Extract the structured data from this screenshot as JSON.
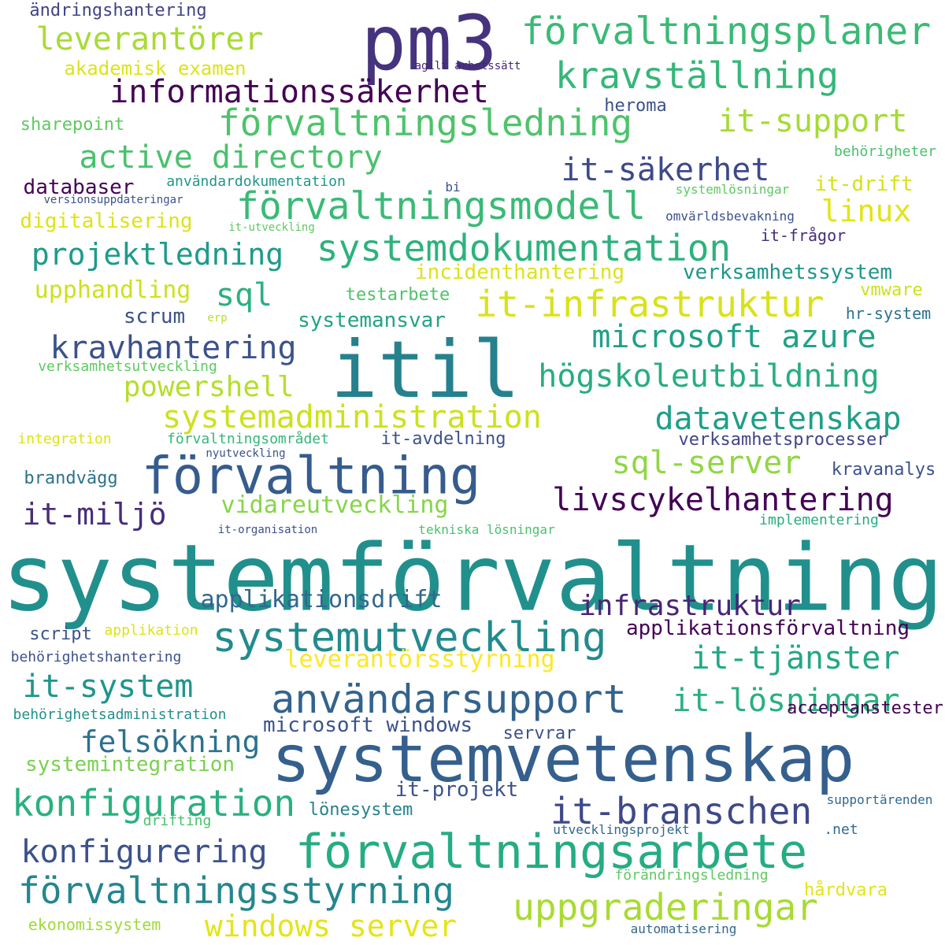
{
  "word_cloud": {
    "background": "#ffffff",
    "words": [
      {
        "text": "systemförvaltning",
        "color": "#21908d"
      },
      {
        "text": "systemvetenskap",
        "color": "#355f8d"
      },
      {
        "text": "itil",
        "color": "#26818e"
      },
      {
        "text": "pm3",
        "color": "#46337e"
      },
      {
        "text": "förvaltning",
        "color": "#365c8d"
      },
      {
        "text": "förvaltningsarbete",
        "color": "#25ac82"
      },
      {
        "text": "användarsupport",
        "color": "#33638d"
      },
      {
        "text": "systemutveckling",
        "color": "#228b8d"
      },
      {
        "text": "förvaltningsplaner",
        "color": "#3aba76"
      },
      {
        "text": "förvaltningsmodell",
        "color": "#3aba76"
      },
      {
        "text": "förvaltningsledning",
        "color": "#4ec36b"
      },
      {
        "text": "förvaltningsstyrning",
        "color": "#24868e"
      },
      {
        "text": "it-infrastruktur",
        "color": "#d9e219"
      },
      {
        "text": "kravställning",
        "color": "#35b779"
      },
      {
        "text": "systemdokumentation",
        "color": "#2db27d"
      },
      {
        "text": "konfiguration",
        "color": "#2ab07f"
      },
      {
        "text": "it-branschen",
        "color": "#3e4989"
      },
      {
        "text": "uppgraderingar",
        "color": "#a8db34"
      },
      {
        "text": "informationssäkerhet",
        "color": "#440154"
      },
      {
        "text": "active directory",
        "color": "#4ac16d"
      },
      {
        "text": "systemadministration",
        "color": "#cde11d"
      },
      {
        "text": "högskoleutbildning",
        "color": "#27ad81"
      },
      {
        "text": "microsoft azure",
        "color": "#1fa188"
      },
      {
        "text": "it-säkerhet",
        "color": "#3e4989"
      },
      {
        "text": "livscykelhantering",
        "color": "#440154"
      },
      {
        "text": "datavetenskap",
        "color": "#1f9f88"
      },
      {
        "text": "leverantörer",
        "color": "#a8db34"
      },
      {
        "text": "it-system",
        "color": "#1f968b"
      },
      {
        "text": "it-tjänster",
        "color": "#22a884"
      },
      {
        "text": "it-lösningar",
        "color": "#2ab07f"
      },
      {
        "text": "konfigurering",
        "color": "#3b528b"
      },
      {
        "text": "kravhantering",
        "color": "#3b528b"
      },
      {
        "text": "powershell",
        "color": "#b5de2b"
      },
      {
        "text": "it-support",
        "color": "#a5db36"
      },
      {
        "text": "sql-server",
        "color": "#90d743"
      },
      {
        "text": "sql",
        "color": "#2ab07f"
      },
      {
        "text": "infrastruktur",
        "color": "#482576"
      },
      {
        "text": "windows server",
        "color": "#e5e419"
      },
      {
        "text": "felsökning",
        "color": "#2c728e"
      },
      {
        "text": "projektledning",
        "color": "#1e9b8a"
      },
      {
        "text": "it-miljö",
        "color": "#472d7b"
      },
      {
        "text": "linux",
        "color": "#e2e418"
      },
      {
        "text": "applikationsdrift",
        "color": "#31688e"
      },
      {
        "text": "vidareutveckling",
        "color": "#86d549"
      },
      {
        "text": "leverantörsstyrning",
        "color": "#fde725"
      },
      {
        "text": "systemintegration",
        "color": "#7ad151"
      },
      {
        "text": "it-projekt",
        "color": "#3b528b"
      },
      {
        "text": "verksamhetssystem",
        "color": "#1f968b"
      },
      {
        "text": "incidenthantering",
        "color": "#dde318"
      },
      {
        "text": "upphandling",
        "color": "#cde11d"
      },
      {
        "text": "databaser",
        "color": "#440154"
      },
      {
        "text": "digitalisering",
        "color": "#dde318"
      },
      {
        "text": "applikationsförvaltning",
        "color": "#440154"
      },
      {
        "text": "microsoft windows",
        "color": "#3b528b"
      },
      {
        "text": "systemansvar",
        "color": "#20a386"
      },
      {
        "text": "it-drift",
        "color": "#d5e21a"
      },
      {
        "text": "scrum",
        "color": "#3b528b"
      },
      {
        "text": "testarbete",
        "color": "#4ec36b"
      },
      {
        "text": "acceptanstester",
        "color": "#440154"
      },
      {
        "text": "sharepoint",
        "color": "#5ec962"
      },
      {
        "text": "akademisk examen",
        "color": "#dde318"
      },
      {
        "text": "ändringshantering",
        "color": "#414487"
      },
      {
        "text": "heroma",
        "color": "#3b528b"
      },
      {
        "text": "lönesystem",
        "color": "#26828e"
      },
      {
        "text": "script",
        "color": "#3b528b"
      },
      {
        "text": "brandvägg",
        "color": "#2c728e"
      },
      {
        "text": "kravanalys",
        "color": "#3b528b"
      },
      {
        "text": "verksamhetsprocesser",
        "color": "#414487"
      },
      {
        "text": "it-avdelning",
        "color": "#3b528b"
      },
      {
        "text": "hårdvara",
        "color": "#e2e418"
      },
      {
        "text": "servrar",
        "color": "#3b528b"
      },
      {
        "text": "ekonomissystem",
        "color": "#a0da39"
      },
      {
        "text": "vmware",
        "color": "#cde11d"
      },
      {
        "text": "hr-system",
        "color": "#2c728e"
      },
      {
        "text": "it-frågor",
        "color": "#472d7b"
      },
      {
        "text": "användardokumentation",
        "color": "#1f968b"
      },
      {
        "text": "förvaltningsområdet",
        "color": "#35b779"
      },
      {
        "text": "drifting",
        "color": "#4ac16d"
      },
      {
        "text": "implementering",
        "color": "#27ad81"
      },
      {
        "text": "tekniska lösningar",
        "color": "#4ac16d"
      },
      {
        "text": "behörighetshantering",
        "color": "#3b528b"
      },
      {
        "text": "behörighetsadministration",
        "color": "#21918c"
      },
      {
        "text": "behörigheter",
        "color": "#4ac16d"
      },
      {
        "text": "förändringsledning",
        "color": "#5ec962"
      },
      {
        "text": "integration",
        "color": "#dde318"
      },
      {
        "text": "applikation",
        "color": "#dde318"
      },
      {
        "text": "verksamhetsutveckling",
        "color": "#5ec962"
      },
      {
        "text": "systemlösningar",
        "color": "#5ec962"
      },
      {
        "text": "omvärldsbevakning",
        "color": "#3b528b"
      },
      {
        "text": "bi",
        "color": "#3b528b"
      },
      {
        "text": ".net",
        "color": "#31688e"
      },
      {
        "text": "supportärenden",
        "color": "#31688e"
      },
      {
        "text": "automatisering",
        "color": "#31688e"
      },
      {
        "text": "utvecklingsprojekt",
        "color": "#31688e"
      },
      {
        "text": "nyutveckling",
        "color": "#3b528b"
      },
      {
        "text": "it-organisation",
        "color": "#3b528b"
      },
      {
        "text": "it-utveckling",
        "color": "#5ec962"
      },
      {
        "text": "versionsuppdateringar",
        "color": "#3b528b"
      },
      {
        "text": "agilt arbetssätt",
        "color": "#482576"
      },
      {
        "text": "erp",
        "color": "#b5de2b"
      }
    ]
  }
}
